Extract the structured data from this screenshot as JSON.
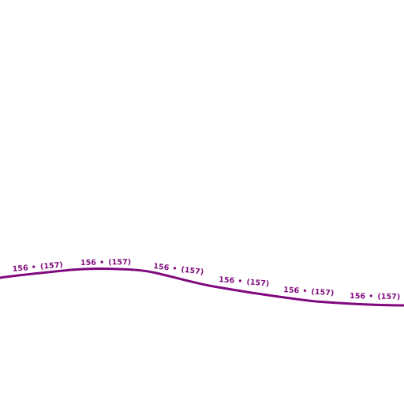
{
  "map": {
    "route": {
      "ref": "156",
      "separator": "•",
      "alt_ref": "(157)",
      "color": "#800a7e"
    },
    "labels": [
      {
        "ref": "156",
        "separator": "•",
        "alt_ref": "(157)"
      },
      {
        "ref": "156",
        "separator": "•",
        "alt_ref": "(157)"
      },
      {
        "ref": "156",
        "separator": "•",
        "alt_ref": "(157)"
      },
      {
        "ref": "156",
        "separator": "•",
        "alt_ref": "(157)"
      },
      {
        "ref": "156",
        "separator": "•",
        "alt_ref": "(157)"
      },
      {
        "ref": "156",
        "separator": "•",
        "alt_ref": "(157)"
      }
    ]
  }
}
